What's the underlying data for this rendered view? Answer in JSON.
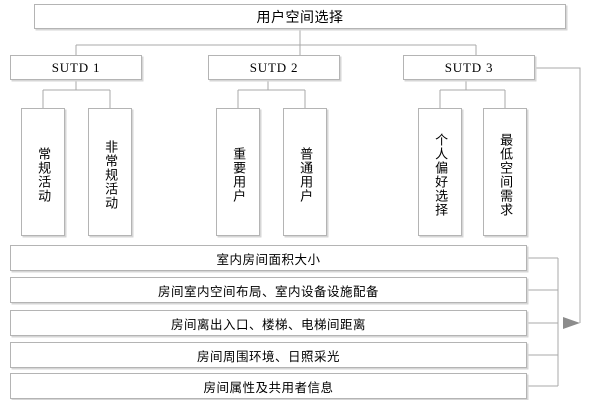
{
  "diagram": {
    "type": "tree-hierarchy",
    "title_box": {
      "label": "用户空间选择"
    },
    "level2": [
      {
        "label": "SUTD 1"
      },
      {
        "label": "SUTD 2"
      },
      {
        "label": "SUTD 3"
      }
    ],
    "level3": [
      {
        "label": "常规活动",
        "parent": "SUTD 1"
      },
      {
        "label": "非常规活动",
        "parent": "SUTD 1"
      },
      {
        "label": "重要用户",
        "parent": "SUTD 2"
      },
      {
        "label": "普通用户",
        "parent": "SUTD 2"
      },
      {
        "label": "个人偏好选择",
        "parent": "SUTD 3"
      },
      {
        "label": "最低空间需求",
        "parent": "SUTD 3"
      }
    ],
    "attributes": [
      {
        "label": "室内房间面积大小"
      },
      {
        "label": "房间室内空间布局、室内设备设施配备"
      },
      {
        "label": "房间离出入口、楼梯、电梯间距离"
      },
      {
        "label": "房间周围环境、日照采光"
      },
      {
        "label": "房间属性及共用者信息"
      }
    ],
    "colors": {
      "border": "#b4b4b4",
      "shadow": "#d6d6d6",
      "connector": "#a8a8a8",
      "arrow": "#8c8c8c",
      "background": "#ffffff",
      "text": "#000000"
    }
  }
}
